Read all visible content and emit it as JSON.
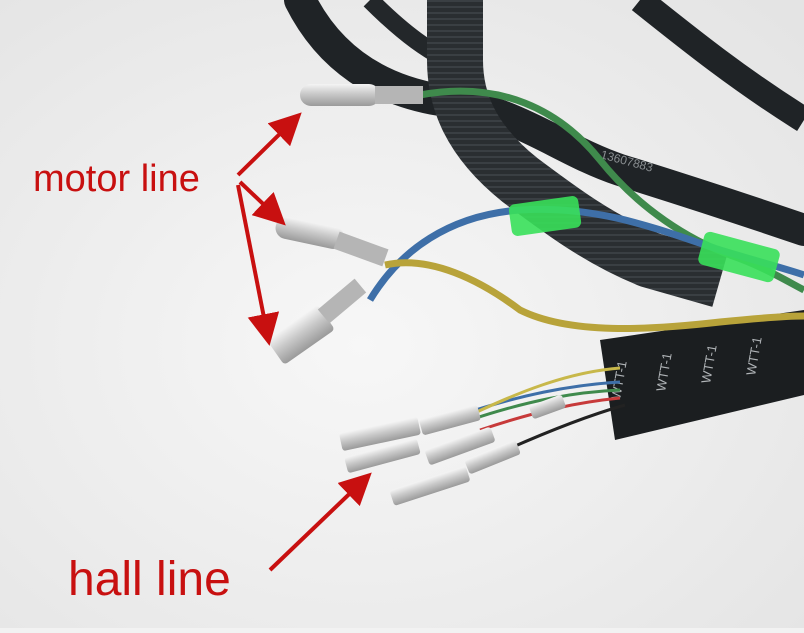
{
  "annotations": {
    "motor_label": "motor line",
    "hall_label": "hall line"
  },
  "cable_print": {
    "sleeve_text": "WTT-1",
    "cable_text": "13607883"
  },
  "colors": {
    "annotation": "#c81010",
    "cable": "#1f2326",
    "wire_green": "#3f8a4c",
    "wire_blue": "#3e6fa8",
    "wire_yellow": "#b8a33a",
    "sleeve_green": "#38e05a",
    "background": "#f2f2f2"
  }
}
